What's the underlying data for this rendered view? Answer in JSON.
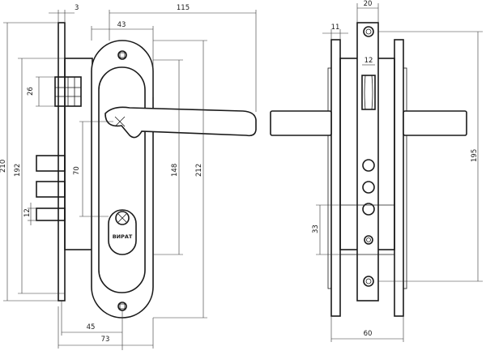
{
  "front_view": {
    "dims": {
      "w3": "3",
      "w115": "115",
      "w43": "43",
      "h26": "26",
      "h210": "210",
      "h192": "192",
      "h70": "70",
      "h148": "148",
      "h212": "212",
      "h12": "12",
      "w45": "45",
      "w73": "73"
    },
    "cylinder_logo": "ВИРАТ"
  },
  "side_view": {
    "dims": {
      "w20": "20",
      "w11": "11",
      "w12": "12",
      "h195": "195",
      "h33": "33",
      "w60": "60"
    }
  }
}
